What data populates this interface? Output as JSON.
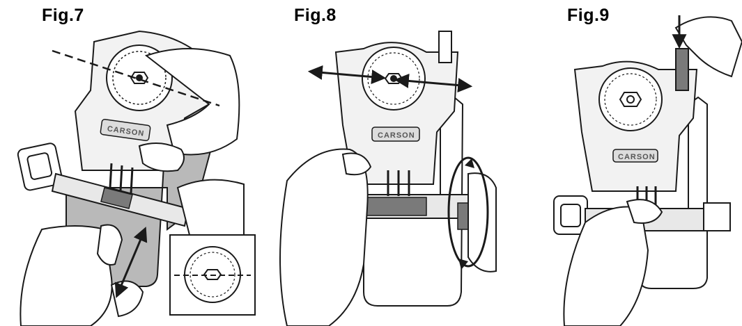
{
  "figures": [
    {
      "label": "Fig.7",
      "brand": "CARSON"
    },
    {
      "label": "Fig.8",
      "brand": "CARSON"
    },
    {
      "label": "Fig.9",
      "brand": "CARSON"
    }
  ],
  "colors": {
    "line": "#1a1a1a",
    "shade": "#b9b9b9",
    "dark_shade": "#7a7a7a",
    "paper": "#ffffff"
  }
}
